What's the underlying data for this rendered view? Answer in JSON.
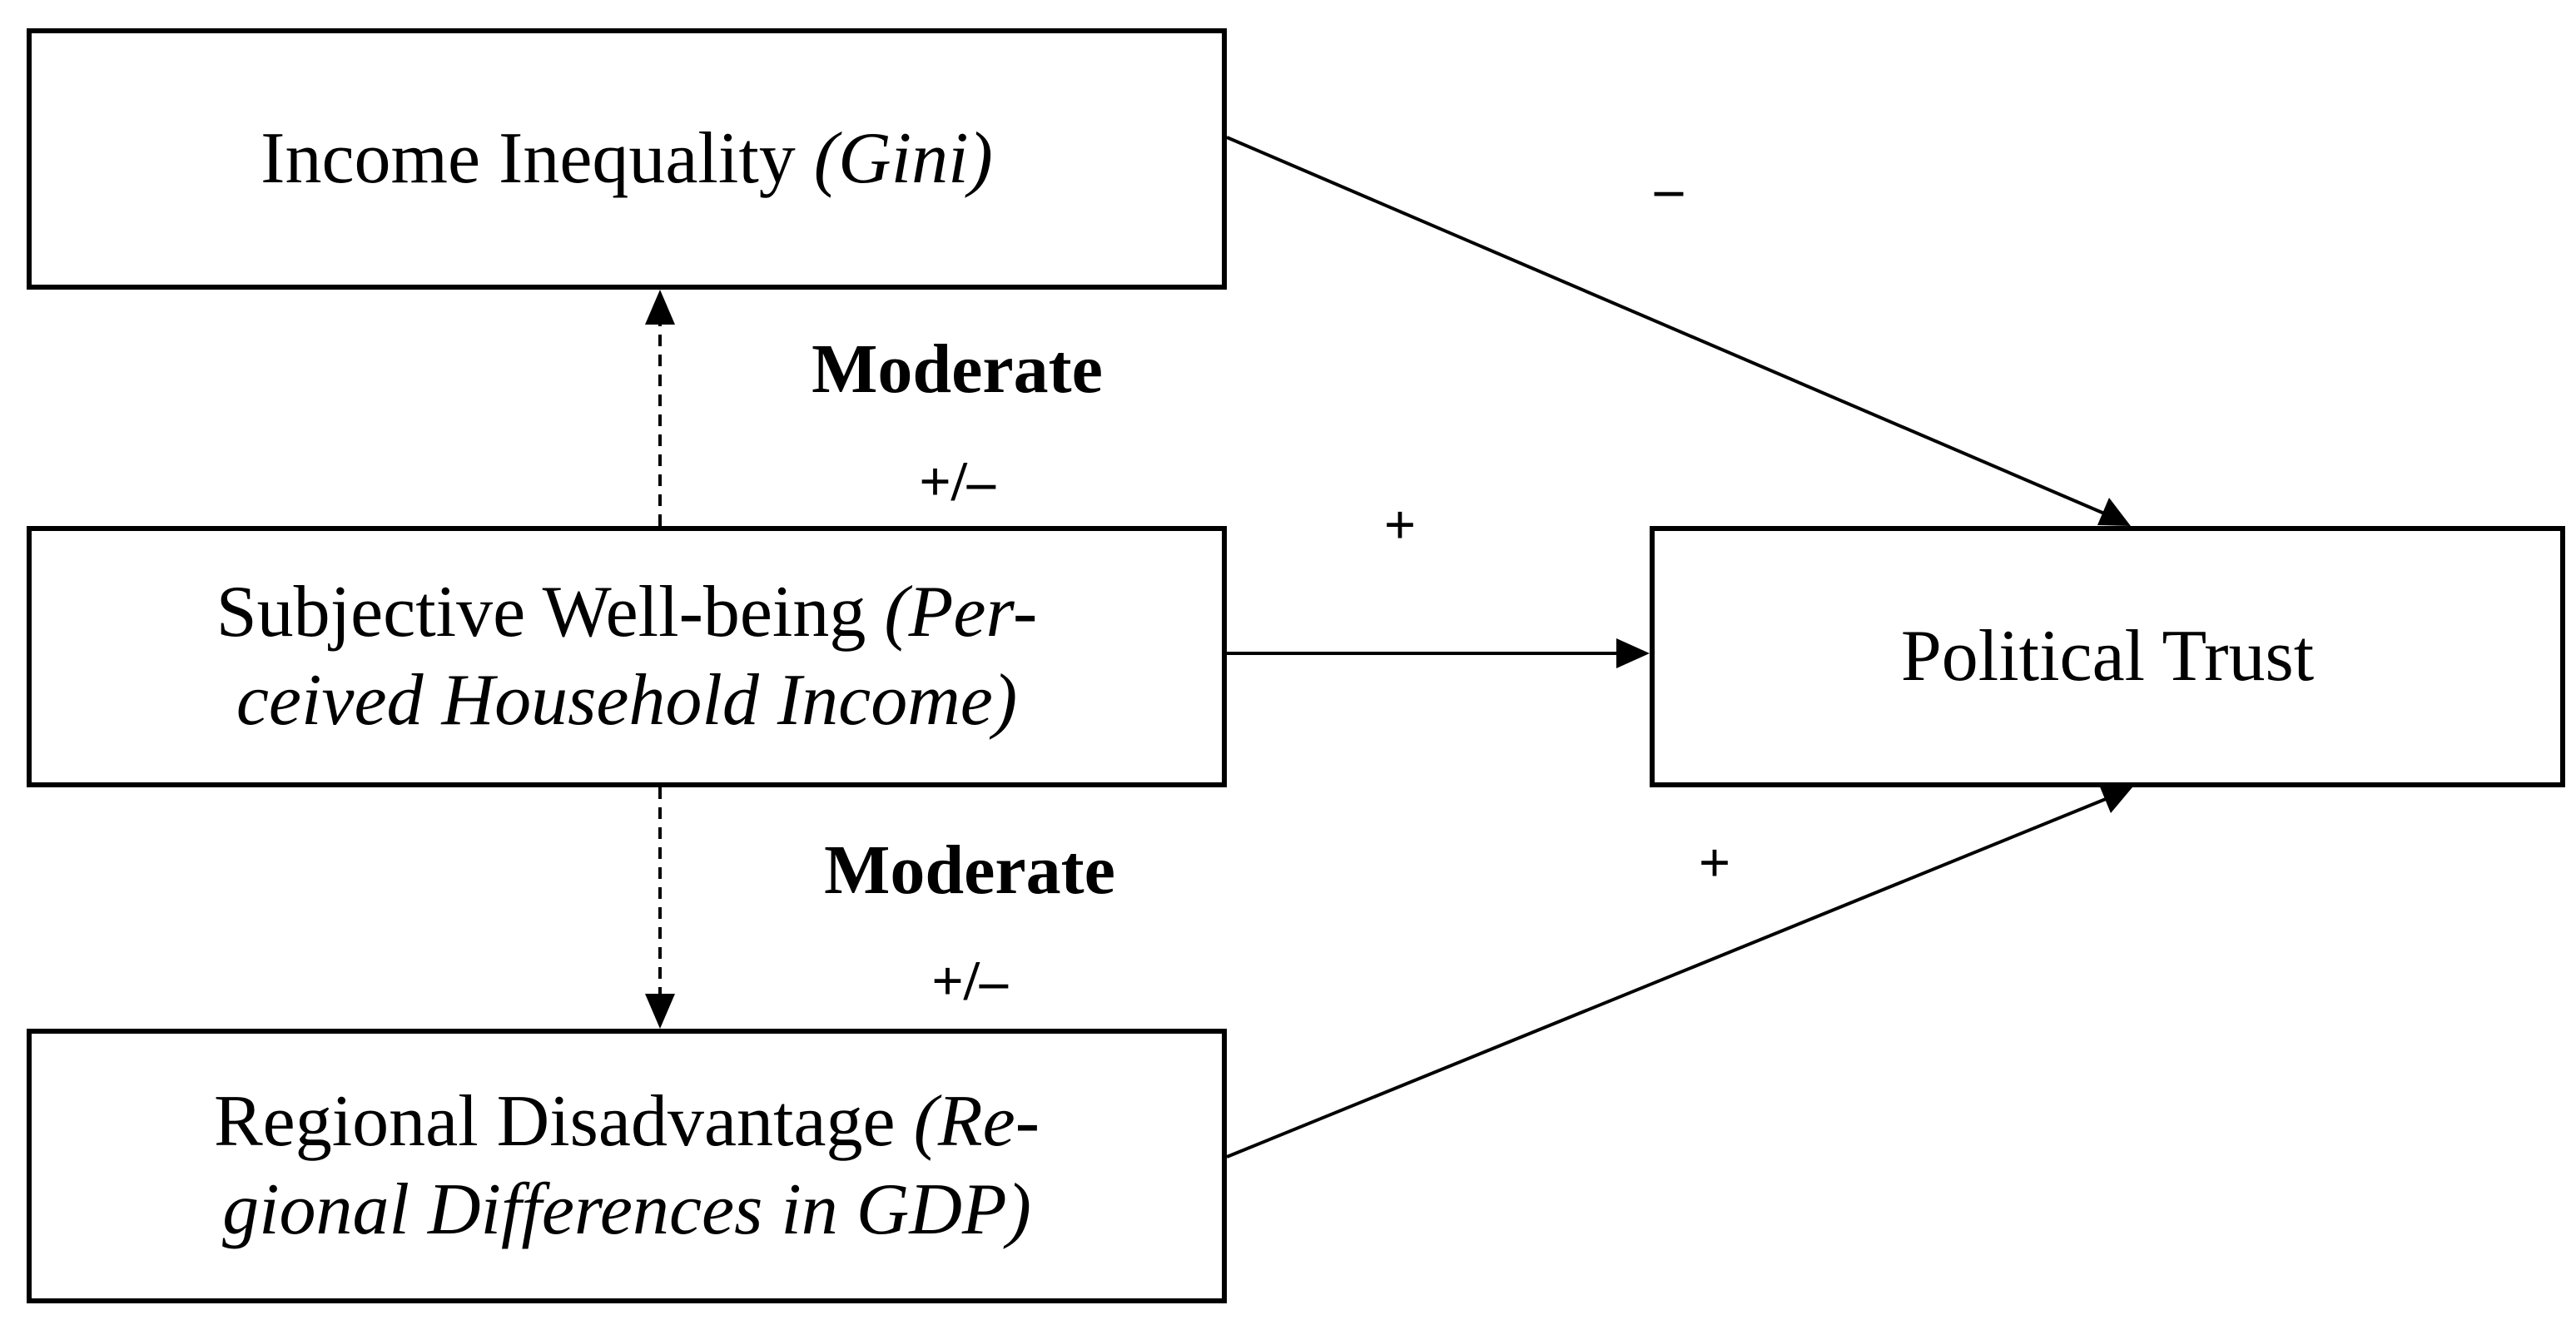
{
  "nodes": {
    "income_inequality": {
      "line1_main": "Income Inequality ",
      "line1_italic": "(Gini)"
    },
    "subjective_wellbeing": {
      "line1_main": "Subjective Well-being ",
      "line1_italic": "(Per-",
      "line2_italic": "ceived Household Income)"
    },
    "regional_disadvantage": {
      "line1_main": "Regional Disadvantage ",
      "line1_italic": "(Re-",
      "line2_italic": "gional Differences in GDP)"
    },
    "political_trust": {
      "label": "Political Trust"
    }
  },
  "edges": {
    "income_to_trust": {
      "sign": "–",
      "style": "solid"
    },
    "swb_to_trust": {
      "sign": "+",
      "style": "solid"
    },
    "regional_to_trust": {
      "sign": "+",
      "style": "solid"
    },
    "swb_to_income": {
      "label": "Moderate",
      "sign": "+/–",
      "style": "dashed"
    },
    "swb_to_regional": {
      "label": "Moderate",
      "sign": "+/–",
      "style": "dashed"
    }
  },
  "colors": {
    "stroke": "#000000",
    "background": "#ffffff"
  }
}
